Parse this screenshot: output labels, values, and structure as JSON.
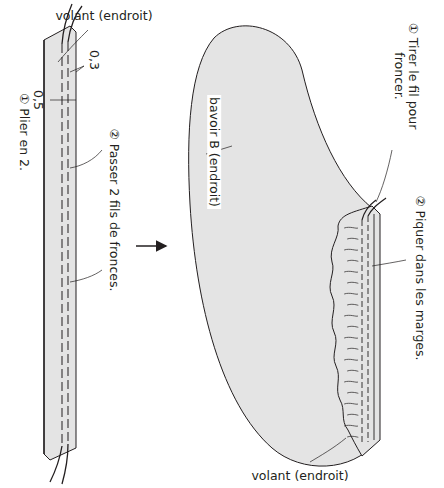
{
  "diagram": {
    "labels": [
      "volant (endroit)",
      "① Plier en 2.",
      "0,3",
      "0,5",
      "② Passer 2 fils de fronces.",
      "bavoir B (endroit)",
      "① Tirer le fil pour froncer.",
      "② Piquer dans les marges.",
      "volant (endroit)"
    ]
  }
}
